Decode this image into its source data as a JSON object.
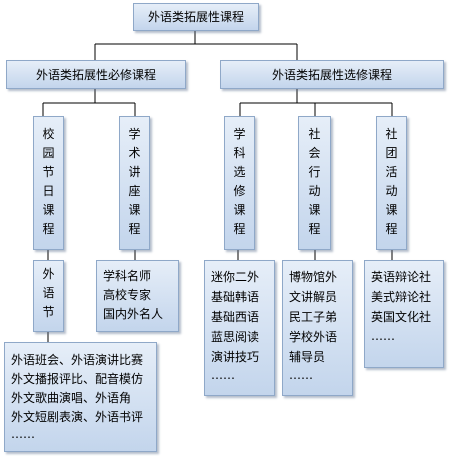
{
  "root": {
    "label": "外语类拓展性课程"
  },
  "required": {
    "label": "外语类拓展性必修课程",
    "campus_festival": {
      "label": "校园节日课程",
      "child": {
        "label": "外语节",
        "items": [
          "外语班会、外语演讲比赛",
          "外文播报评比、配音模仿",
          "外文歌曲演唱、外语角",
          "外文短剧表演、外语书评",
          "……"
        ]
      }
    },
    "lecture": {
      "label": "学术讲座课程",
      "items": [
        "学科名师",
        "高校专家",
        "国内外名人"
      ]
    }
  },
  "elective": {
    "label": "外语类拓展性选修课程",
    "subject": {
      "label": "学科选修课程",
      "items": [
        "迷你二外",
        "基础韩语",
        "基础西语",
        "蓝思阅读",
        "演讲技巧",
        "……"
      ]
    },
    "social": {
      "label": "社会行动课程",
      "items": [
        "博物馆外",
        "文讲解员",
        "民工子弟",
        "学校外语",
        "辅导员",
        "……"
      ]
    },
    "club": {
      "label": "社团活动课程",
      "items": [
        "英语辩论社",
        "美式辩论社",
        "英国文化社",
        "……"
      ]
    }
  }
}
